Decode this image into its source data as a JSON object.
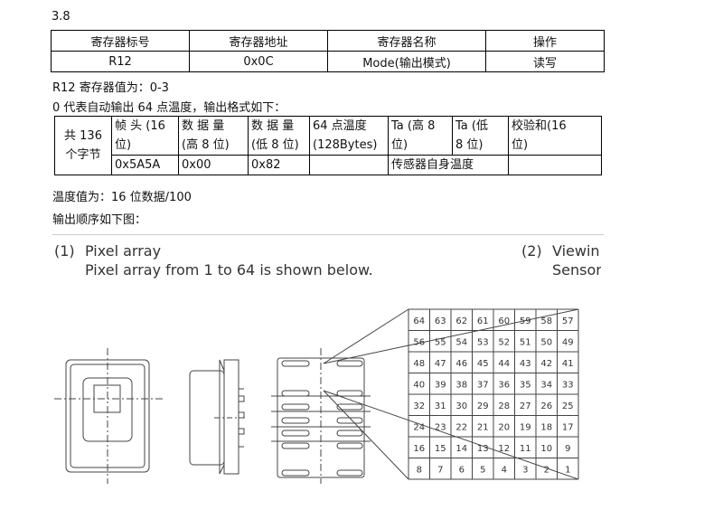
{
  "section": "3.8",
  "register_table": {
    "headers": [
      "寄存器标号",
      "寄存器地址",
      "寄存器名称",
      "操作"
    ],
    "row": [
      "R12",
      "0x0C",
      "Mode(输出模式)",
      "读写"
    ]
  },
  "line1": "R12 寄存器值为：0-3",
  "line2": "0 代表自动输出 64 点温度，输出格式如下：",
  "format_table": {
    "total_line1": "共 136",
    "total_line2": "个字节",
    "headers": [
      [
        "帧 头 (16",
        "位)"
      ],
      [
        "数 据 量",
        "(高 8 位)"
      ],
      [
        "数 据 量",
        "(低 8 位)"
      ],
      [
        "64 点温度",
        "(128Bytes)"
      ],
      [
        "Ta (高 8",
        "位)"
      ],
      [
        "Ta  (低",
        "8 位)"
      ],
      [
        "校验和(16",
        "位)"
      ]
    ],
    "values": [
      "0x5A5A",
      "0x00",
      "0x82",
      "",
      "传感器自身温度",
      "",
      ""
    ]
  },
  "line3": "温度值为：16 位数据/100",
  "line4": "输出顺序如下图：",
  "figure": {
    "label1_num": "(1)",
    "label1_title": "Pixel array",
    "label1_desc": "Pixel array from 1 to 64 is shown below.",
    "label2_num": "(2)",
    "label2_title": "Viewin",
    "label2_desc": "Sensor"
  },
  "pixel_grid": [
    [
      "64",
      "63",
      "62",
      "61",
      "60",
      "59",
      "58",
      "57"
    ],
    [
      "56",
      "55",
      "54",
      "53",
      "52",
      "51",
      "50",
      "49"
    ],
    [
      "48",
      "47",
      "46",
      "45",
      "44",
      "43",
      "42",
      "41"
    ],
    [
      "40",
      "39",
      "38",
      "37",
      "36",
      "35",
      "34",
      "33"
    ],
    [
      "32",
      "31",
      "30",
      "29",
      "28",
      "27",
      "26",
      "25"
    ],
    [
      "24",
      "23",
      "22",
      "21",
      "20",
      "19",
      "18",
      "17"
    ],
    [
      "16",
      "15",
      "14",
      "13",
      "12",
      "11",
      "10",
      "9"
    ],
    [
      "8",
      "7",
      "6",
      "5",
      "4",
      "3",
      "2",
      "1"
    ]
  ]
}
